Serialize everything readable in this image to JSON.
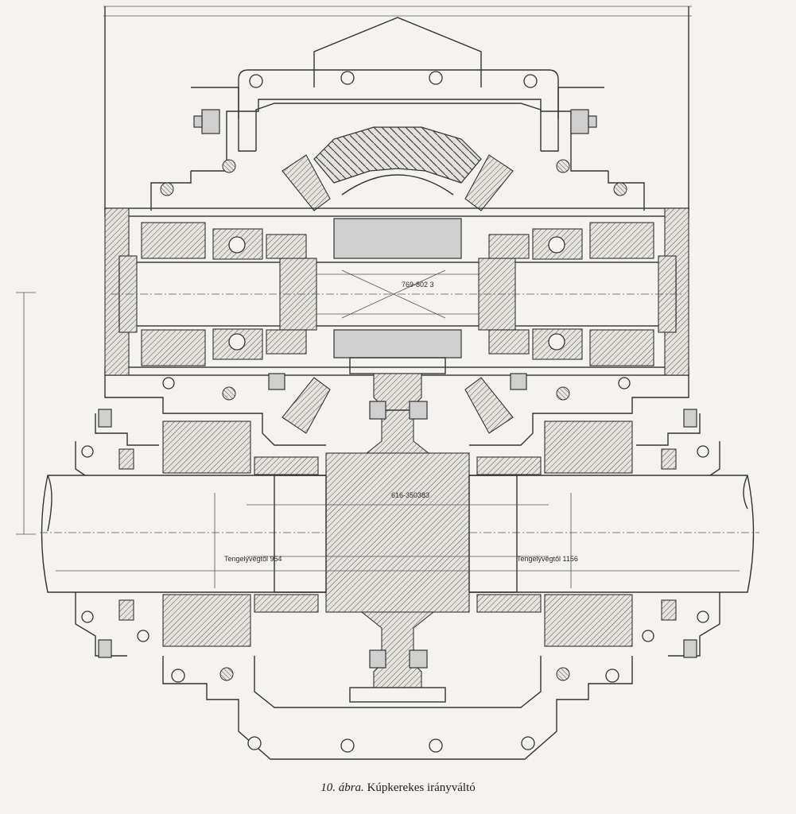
{
  "figure": {
    "caption_number": "10. ábra.",
    "caption_title": "Kúpkerekes irányváltó"
  },
  "labels": {
    "left_shaft": "Tengelyvégtől 954",
    "right_shaft": "Tengelyvégtől 1156",
    "shaft_part_no": "616-350383",
    "gear_part_no": "769-802 3"
  }
}
